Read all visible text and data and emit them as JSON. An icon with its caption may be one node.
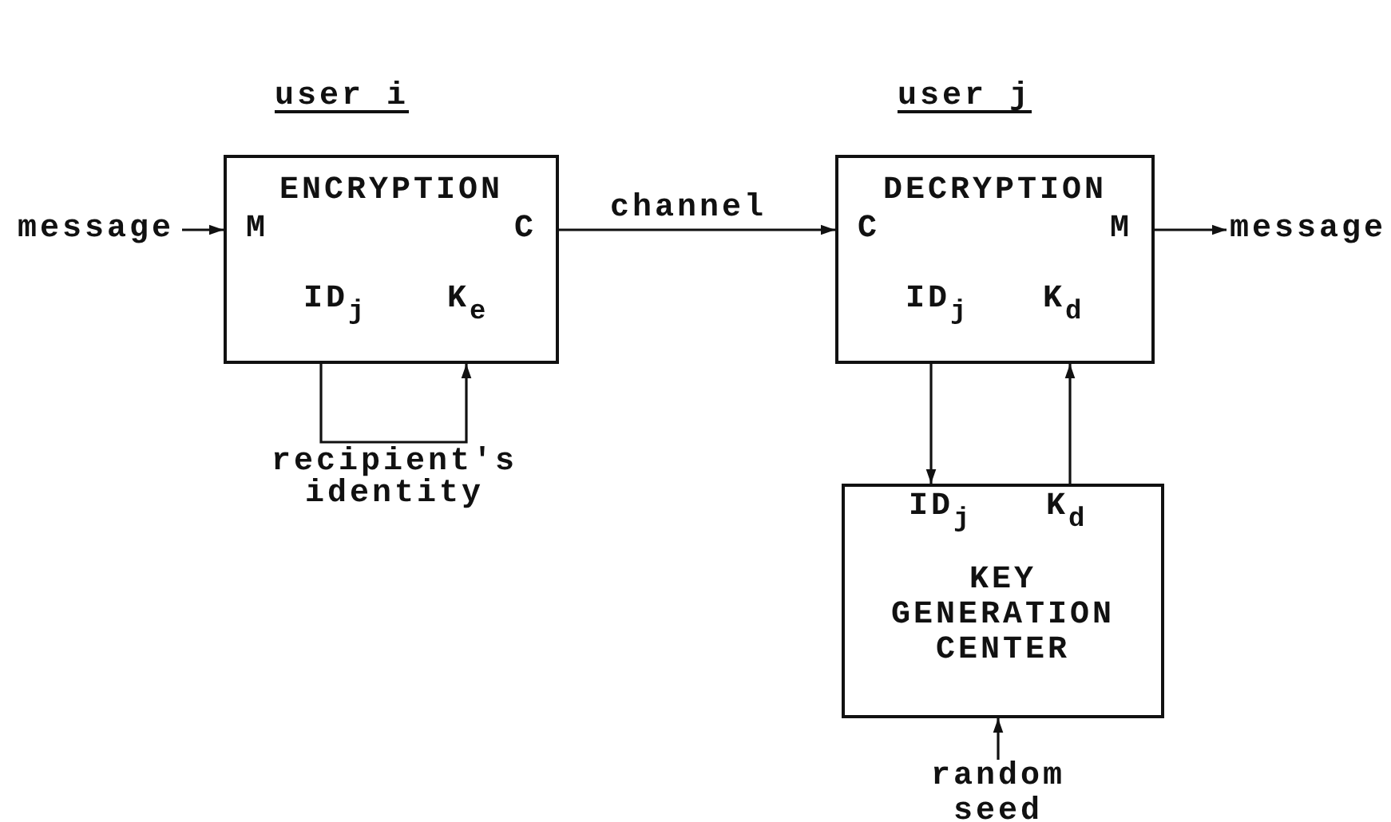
{
  "diagram": {
    "nodes": [
      {
        "text": [
          "message"
        ]
      },
      {
        "text": [
          "ENCRYPTION",
          "M",
          "C",
          "ID$_{j}$",
          "K$_{e}$"
        ]
      },
      {
        "text": [
          "DECRYPTION",
          "C",
          "M",
          "ID$_{j}$",
          "K$_{d}$"
        ]
      },
      {
        "text": [
          "message"
        ]
      },
      {
        "text": [
          "ID$_{j}$",
          "K$_{d}$",
          "KEY GENERATION CENTER"
        ]
      },
      {
        "text": [
          "random seed"
        ]
      }
    ],
    "edges": [
      {
        "from": 0,
        "to": 1,
        "arrow": "to"
      },
      {
        "from": 1,
        "to": 2,
        "arrow": "to",
        "label": "channel"
      },
      {
        "from": 2,
        "to": 3,
        "arrow": "to"
      },
      {
        "from": 1,
        "to": 1,
        "arrow": "to",
        "label": "recipient's identity"
      },
      {
        "from": 2,
        "to": 4,
        "arrow": "to"
      },
      {
        "from": 4,
        "to": 2,
        "arrow": "to"
      },
      {
        "from": 5,
        "to": 4,
        "arrow": "to"
      }
    ],
    "labels": [
      "user i",
      "user j"
    ]
  }
}
